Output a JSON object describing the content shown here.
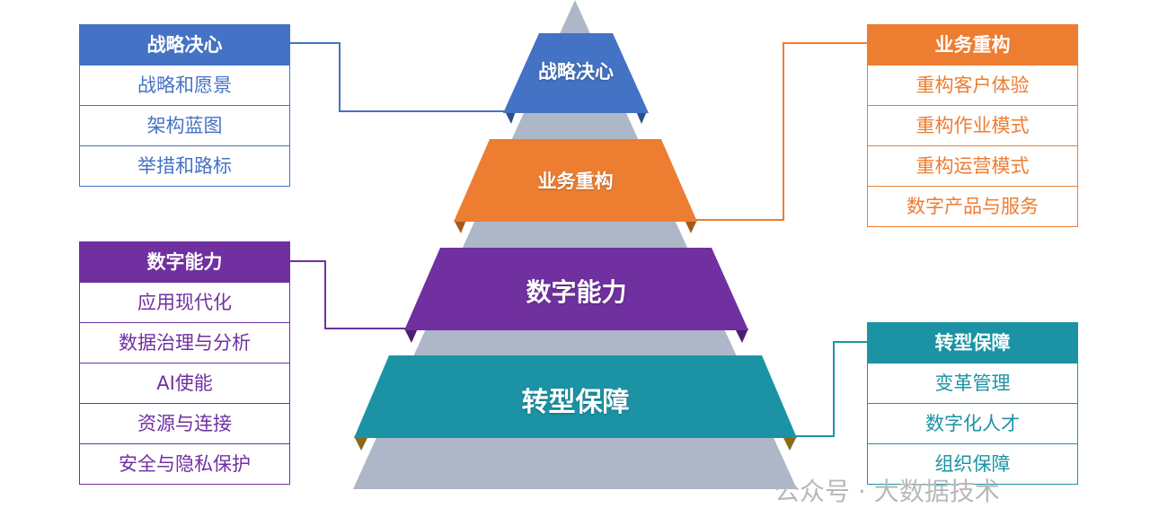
{
  "colors": {
    "strategy": "#4472c4",
    "business": "#ed7d31",
    "digital": "#7030a0",
    "guarantee": "#1b93a5",
    "pyramid": "#adb7c7"
  },
  "tiers": {
    "strategy": "战略决心",
    "business": "业务重构",
    "digital": "数字能力",
    "guarantee": "转型保障"
  },
  "boxes": {
    "strategy": {
      "title": "战略决心",
      "items": [
        "战略和愿景",
        "架构蓝图",
        "举措和路标"
      ]
    },
    "business": {
      "title": "业务重构",
      "items": [
        "重构客户体验",
        "重构作业模式",
        "重构运营模式",
        "数字产品与服务"
      ]
    },
    "digital": {
      "title": "数字能力",
      "items": [
        "应用现代化",
        "数据治理与分析",
        "AI使能",
        "资源与连接",
        "安全与隐私保护"
      ]
    },
    "guarantee": {
      "title": "转型保障",
      "items": [
        "变革管理",
        "数字化人才",
        "组织保障"
      ]
    }
  },
  "watermark": "公众号 · 大数据技术"
}
